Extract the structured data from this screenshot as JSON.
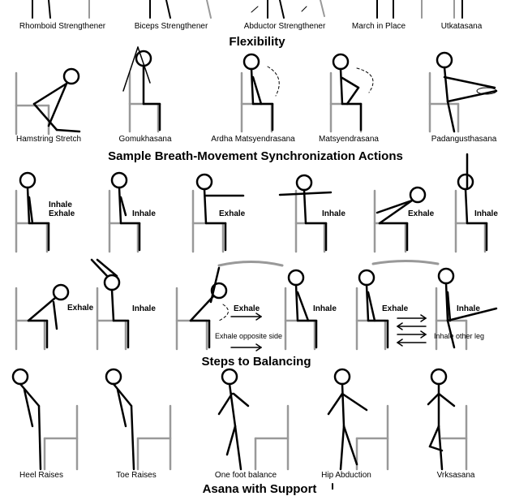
{
  "row0_captions": [
    "Rhomboid Strengthener",
    "Biceps Strengthener",
    "Abductor Strengthener",
    "March in Place",
    "Utkatasana"
  ],
  "section_flexibility": "Flexibility",
  "row1_captions": [
    "Hamstring Stretch",
    "Gomukhasana",
    "Ardha Matsyendrasana",
    "Matsyendrasana",
    "Padangusthasana"
  ],
  "section_breath": "Sample Breath-Movement Synchronization Actions",
  "breath_row1_labels": [
    "Inhale",
    "Exhale",
    "Inhale",
    "Exhale",
    "Inhale",
    "Exhale",
    "Inhale"
  ],
  "breath_row2_labels": [
    "Exhale",
    "Inhale",
    "Exhale",
    "Exhale opposite side",
    "Inhale",
    "Exhale",
    "Inhale",
    "Inhale other leg"
  ],
  "section_balancing": "Steps to Balancing",
  "row3_captions": [
    "Heel Raises",
    "Toe Raises",
    "One foot balance",
    "Hip Abduction",
    "Vrksasana"
  ],
  "section_support": "Asana with Support"
}
